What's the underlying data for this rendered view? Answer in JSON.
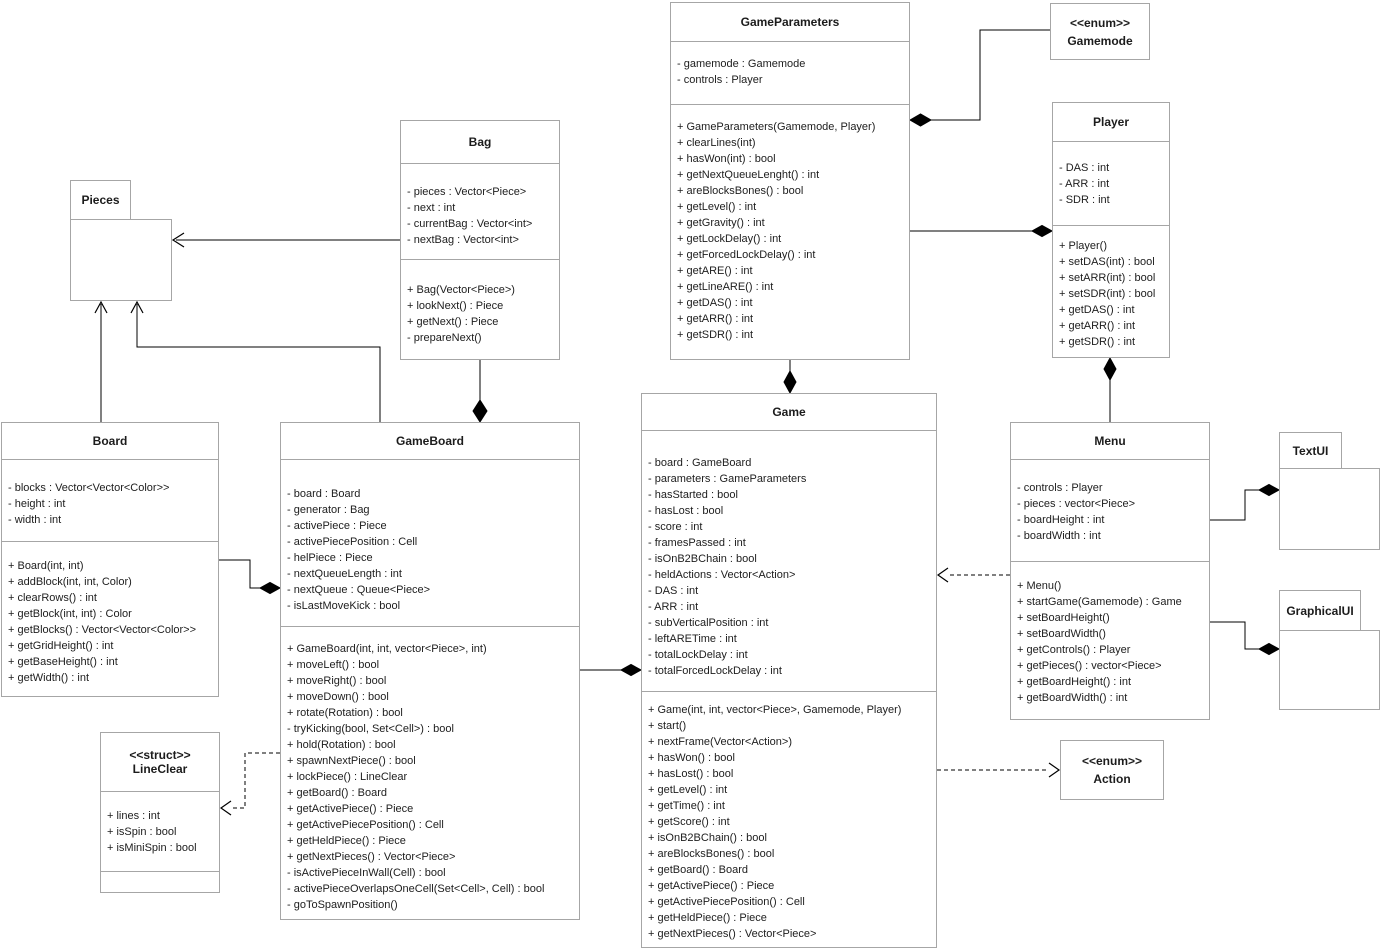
{
  "diagram": {
    "kind": "UML class diagram",
    "colors": {
      "background": "#ffffff",
      "box_border": "#a6a6a6",
      "text": "#1c1c1c",
      "connector": "#000000"
    }
  },
  "classes": {
    "game_parameters": {
      "title": "GameParameters",
      "attributes": [
        "- gamemode : Gamemode",
        "- controls : Player"
      ],
      "methods": [
        "+ GameParameters(Gamemode, Player)",
        "+ clearLines(int)",
        "+ hasWon(int) : bool",
        "+ getNextQueueLenght() : int",
        "+ areBlocksBones() : bool",
        "+ getLevel() : int",
        "+ getGravity() : int",
        "+ getLockDelay() : int",
        "+ getForcedLockDelay() : int",
        "+ getARE() : int",
        "+ getLineARE() : int",
        "+ getDAS() : int",
        "+ getARR() : int",
        "+ getSDR() : int"
      ]
    },
    "bag": {
      "title": "Bag",
      "attributes": [
        "- pieces : Vector<Piece>",
        "- next : int",
        "- currentBag : Vector<int>",
        "- nextBag : Vector<int>"
      ],
      "methods": [
        "+ Bag(Vector<Piece>)",
        "+ lookNext() : Piece",
        "+ getNext() : Piece",
        "- prepareNext()"
      ]
    },
    "board": {
      "title": "Board",
      "attributes": [
        "- blocks : Vector<Vector<Color>>",
        "- height : int",
        "- width : int"
      ],
      "methods": [
        "+ Board(int, int)",
        "+ addBlock(int, int, Color)",
        "+ clearRows() : int",
        "+ getBlock(int, int) : Color",
        "+ getBlocks() : Vector<Vector<Color>>",
        "+ getGridHeight() : int",
        "+ getBaseHeight() : int",
        "+ getWidth() : int"
      ]
    },
    "game_board": {
      "title": "GameBoard",
      "attributes": [
        "- board : Board",
        "- generator : Bag",
        "- activePiece : Piece",
        "- activePiecePosition : Cell",
        "- helPiece : Piece",
        "- nextQueueLength : int",
        "- nextQueue : Queue<Piece>",
        "- isLastMoveKick : bool"
      ],
      "methods": [
        "+ GameBoard(int, int, vector<Piece>, int)",
        "+ moveLeft() : bool",
        "+ moveRight() : bool",
        "+ moveDown() : bool",
        "+ rotate(Rotation) : bool",
        "- tryKicking(bool, Set<Cell>) : bool",
        "+ hold(Rotation) : bool",
        "+ spawnNextPiece() : bool",
        "+ lockPiece() : LineClear",
        "+ getBoard() : Board",
        "+ getActivePiece() : Piece",
        "+ getActivePiecePosition() : Cell",
        "+ getHeldPiece() : Piece",
        "+ getNextPieces() : Vector<Piece>",
        "- isActivePieceInWall(Cell) : bool",
        "- activePieceOverlapsOneCell(Set<Cell>, Cell) : bool",
        "- goToSpawnPosition()"
      ]
    },
    "game": {
      "title": "Game",
      "attributes": [
        "- board : GameBoard",
        "- parameters : GameParameters",
        "- hasStarted : bool",
        "- hasLost : bool",
        "- score : int",
        "- framesPassed : int",
        "- isOnB2BChain : bool",
        "- heldActions : Vector<Action>",
        "- DAS : int",
        "- ARR : int",
        "- subVerticalPosition : int",
        "- leftARETime : int",
        "- totalLockDelay : int",
        "- totalForcedLockDelay : int"
      ],
      "methods": [
        "+ Game(int, int, vector<Piece>, Gamemode, Player)",
        "+ start()",
        "+ nextFrame(Vector<Action>)",
        "+ hasWon() : bool",
        "+ hasLost() : bool",
        "+ getLevel() : int",
        "+ getTime() : int",
        "+ getScore() : int",
        "+ isOnB2BChain() : bool",
        "+ areBlocksBones() : bool",
        "+ getBoard() : Board",
        "+ getActivePiece() : Piece",
        "+ getActivePiecePosition() : Cell",
        "+ getHeldPiece() : Piece",
        "+ getNextPieces() : Vector<Piece>"
      ]
    },
    "player": {
      "title": "Player",
      "attributes": [
        "- DAS : int",
        "- ARR : int",
        "- SDR : int"
      ],
      "methods": [
        "+ Player()",
        "+ setDAS(int) : bool",
        "+ setARR(int) : bool",
        "+ setSDR(int) : bool",
        "+ getDAS() : int",
        "+ getARR() : int",
        "+ getSDR() : int"
      ]
    },
    "menu": {
      "title": "Menu",
      "attributes": [
        "- controls : Player",
        "- pieces : vector<Piece>",
        "- boardHeight : int",
        "- boardWidth : int"
      ],
      "methods": [
        "+ Menu()",
        "+ startGame(Gamemode) : Game",
        "+ setBoardHeight()",
        "+ setBoardWidth()",
        "+ getControls() : Player",
        "+ getPieces() : vector<Piece>",
        "+ getBoardHeight() : int",
        "+ getBoardWidth() : int"
      ]
    },
    "line_clear": {
      "stereotype": "<<struct>>",
      "title": "LineClear",
      "attributes": [
        "+ lines : int",
        "+ isSpin : bool",
        "+ isMiniSpin : bool"
      ],
      "methods": []
    }
  },
  "enums": {
    "gamemode": {
      "stereotype": "<<enum>>",
      "title": "Gamemode"
    },
    "action": {
      "stereotype": "<<enum>>",
      "title": "Action"
    }
  },
  "packages": {
    "pieces": {
      "title": "Pieces"
    },
    "text_ui": {
      "title": "TextUI"
    },
    "graphical_ui": {
      "title": "GraphicalUI"
    }
  },
  "relationships": [
    {
      "from": "Bag",
      "to": "Pieces",
      "type": "solid-open-arrow",
      "arrow_at": "Pieces"
    },
    {
      "from": "Board",
      "to": "Pieces",
      "type": "solid-open-arrow",
      "arrow_at": "Pieces"
    },
    {
      "from": "GameBoard",
      "to": "Pieces",
      "type": "solid-open-arrow",
      "arrow_at": "Pieces"
    },
    {
      "from": "GameBoard",
      "to": "Bag",
      "type": "composition",
      "diamond_at": "GameBoard"
    },
    {
      "from": "GameBoard",
      "to": "Board",
      "type": "composition",
      "diamond_at": "GameBoard"
    },
    {
      "from": "Game",
      "to": "GameBoard",
      "type": "composition",
      "diamond_at": "Game"
    },
    {
      "from": "Game",
      "to": "GameParameters",
      "type": "composition",
      "diamond_at": "Game"
    },
    {
      "from": "GameParameters",
      "to": "Gamemode",
      "type": "composition",
      "diamond_at": "GameParameters"
    },
    {
      "from": "Player",
      "to": "GameParameters",
      "type": "composition",
      "diamond_at": "Player"
    },
    {
      "from": "Player",
      "to": "Menu",
      "type": "composition",
      "diamond_at": "Player"
    },
    {
      "from": "Menu",
      "to": "Game",
      "type": "dashed-dependency",
      "arrow_at": "Game"
    },
    {
      "from": "Game",
      "to": "Action",
      "type": "dashed-dependency",
      "arrow_at": "Action"
    },
    {
      "from": "GameBoard",
      "to": "LineClear",
      "type": "dashed-dependency",
      "arrow_at": "LineClear"
    },
    {
      "from": "TextUI",
      "to": "Menu",
      "type": "composition",
      "diamond_at": "TextUI"
    },
    {
      "from": "GraphicalUI",
      "to": "Menu",
      "type": "composition",
      "diamond_at": "GraphicalUI"
    }
  ]
}
